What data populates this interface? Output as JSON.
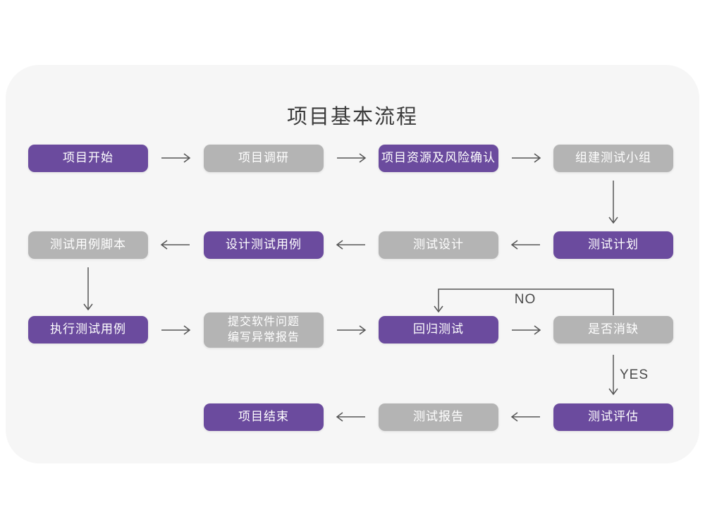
{
  "title": "项目基本流程",
  "colors": {
    "purple": "#6b4b9e",
    "gray": "#b4b4b4",
    "card_bg": "#f6f6f6",
    "page_bg": "#ffffff",
    "arrow": "#565656",
    "title_color": "#3c3c3c",
    "label_color": "#4a4a4a",
    "node_text": "#ffffff"
  },
  "branch_labels": {
    "no": "NO",
    "yes": "YES"
  },
  "nodes": [
    {
      "id": "project-start",
      "label": "项目开始",
      "variant": "purple"
    },
    {
      "id": "project-research",
      "label": "项目调研",
      "variant": "gray"
    },
    {
      "id": "resources-risk-confirm",
      "label": "项目资源及风险确认",
      "variant": "purple"
    },
    {
      "id": "build-test-team",
      "label": "组建测试小组",
      "variant": "gray"
    },
    {
      "id": "test-plan",
      "label": "测试计划",
      "variant": "purple"
    },
    {
      "id": "test-design",
      "label": "测试设计",
      "variant": "gray"
    },
    {
      "id": "design-test-cases",
      "label": "设计测试用例",
      "variant": "purple"
    },
    {
      "id": "test-case-scripts",
      "label": "测试用例脚本",
      "variant": "gray"
    },
    {
      "id": "execute-test-cases",
      "label": "执行测试用例",
      "variant": "purple"
    },
    {
      "id": "submit-issues-report",
      "label": "提交软件问题\n编写异常报告",
      "variant": "gray"
    },
    {
      "id": "regression-test",
      "label": "回归测试",
      "variant": "purple"
    },
    {
      "id": "defect-cleared-decision",
      "label": "是否消缺",
      "variant": "gray"
    },
    {
      "id": "test-evaluation",
      "label": "测试评估",
      "variant": "purple"
    },
    {
      "id": "test-report",
      "label": "测试报告",
      "variant": "gray"
    },
    {
      "id": "project-end",
      "label": "项目结束",
      "variant": "purple"
    }
  ]
}
